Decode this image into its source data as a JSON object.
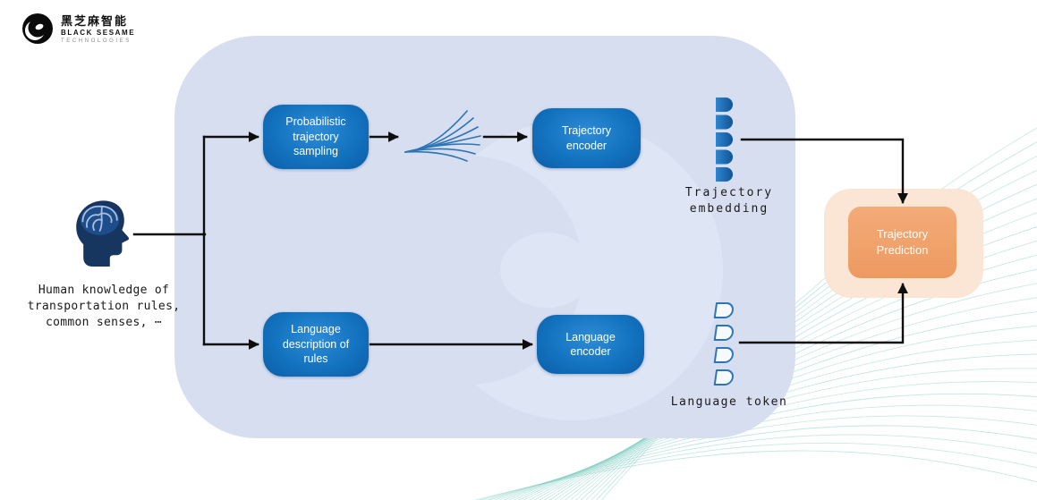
{
  "logo": {
    "brand_cn": "黑芝麻智能",
    "brand_en": "BLACK SESAME",
    "brand_sub": "TECHNOLOGIES"
  },
  "input": {
    "label": "Human knowledge of\ntransportation rules,\ncommon senses, ⋯"
  },
  "pipeline": {
    "prob_sampling": "Probabilistic\ntrajectory\nsampling",
    "traj_encoder": "Trajectory\nencoder",
    "lang_description": "Language\ndescription of\nrules",
    "lang_encoder": "Language\nencoder",
    "traj_embedding_label": "Trajectory\nembedding",
    "lang_token_label": "Language token",
    "prediction": "Trajectory\nPrediction"
  },
  "colors": {
    "panel": "#d7def0",
    "box_blue": "#1373c0",
    "token_outline": "#2e75b6",
    "peach_panel": "#fbe5d4",
    "prediction_orange": "#ee9f66",
    "arrow": "#0e0e0e",
    "wave_teal": "#6fc8b8",
    "head_navy": "#16355f"
  }
}
